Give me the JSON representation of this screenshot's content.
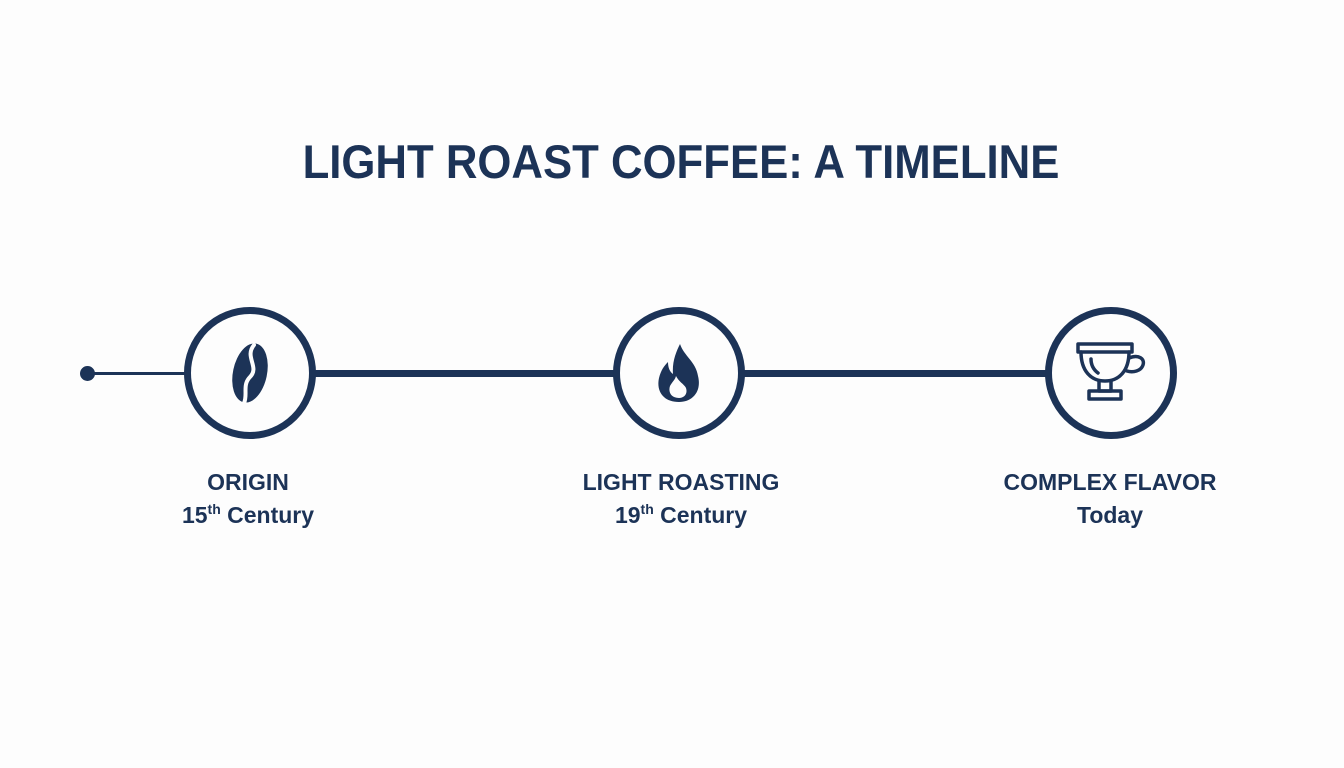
{
  "title": "LIGHT ROAST COFFEE: A TIMELINE",
  "colors": {
    "primary": "#1c3357",
    "background": "#fdfdfd"
  },
  "timeline": {
    "start_marker": "dot",
    "events": [
      {
        "icon": "coffee-bean-icon",
        "name": "ORIGIN",
        "date_number": "15",
        "date_suffix": "th",
        "date_rest": " Century"
      },
      {
        "icon": "flame-icon",
        "name": "LIGHT ROASTING",
        "date_number": "19",
        "date_suffix": "th",
        "date_rest": " Century"
      },
      {
        "icon": "coffee-cup-icon",
        "name": "COMPLEX FLAVOR",
        "date_number": "Today",
        "date_suffix": "",
        "date_rest": ""
      }
    ]
  }
}
